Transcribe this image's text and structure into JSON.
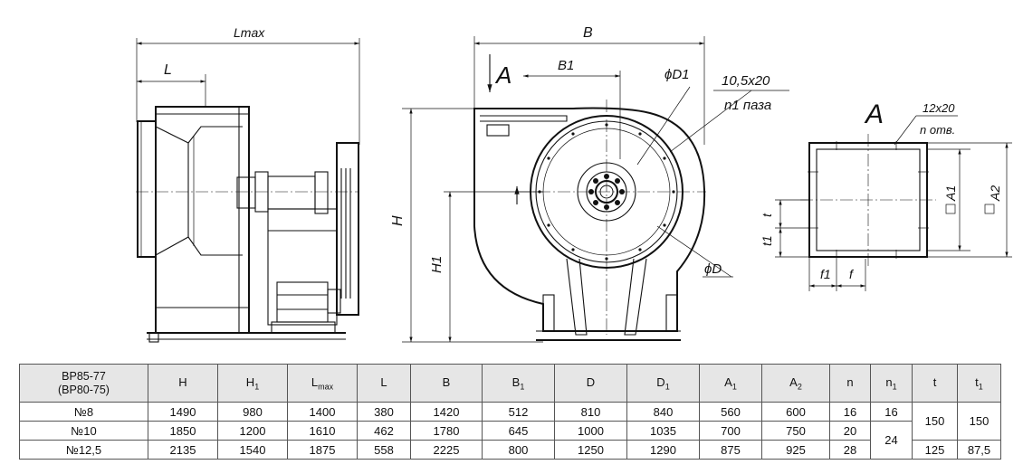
{
  "drawing": {
    "side_view": {
      "lmax": "Lmax",
      "l": "L"
    },
    "front_view": {
      "b": "B",
      "b1": "B1",
      "view_a": "A",
      "h": "H",
      "h1": "H1",
      "d1": "ϕD1",
      "d": "ϕD",
      "slot": "10,5x20",
      "slot_count": "n1 паза"
    },
    "flange_view": {
      "title": "A",
      "holes": "12x20",
      "hole_count": "n отв.",
      "a1": "A1",
      "a2": "A2",
      "t": "t",
      "t1": "t1",
      "f": "f",
      "f1": "f1"
    }
  },
  "table": {
    "model_header": [
      "ВР85-77",
      "(ВР80-75)"
    ],
    "columns": [
      {
        "main": "H",
        "sub": ""
      },
      {
        "main": "H",
        "sub": "1"
      },
      {
        "main": "L",
        "sub": "max"
      },
      {
        "main": "L",
        "sub": ""
      },
      {
        "main": "B",
        "sub": ""
      },
      {
        "main": "B",
        "sub": "1"
      },
      {
        "main": "D",
        "sub": ""
      },
      {
        "main": "D",
        "sub": "1"
      },
      {
        "main": "A",
        "sub": "1"
      },
      {
        "main": "A",
        "sub": "2"
      },
      {
        "main": "n",
        "sub": ""
      },
      {
        "main": "n",
        "sub": "1"
      },
      {
        "main": "t",
        "sub": ""
      },
      {
        "main": "t",
        "sub": "1"
      }
    ],
    "rows": [
      {
        "model": "№8",
        "h": "1490",
        "h1": "980",
        "lmax": "1400",
        "l": "380",
        "b": "1420",
        "b1": "512",
        "d": "810",
        "d1": "840",
        "a1": "560",
        "a2": "600",
        "n": "16"
      },
      {
        "model": "№10",
        "h": "1850",
        "h1": "1200",
        "lmax": "1610",
        "l": "462",
        "b": "1780",
        "b1": "645",
        "d": "1000",
        "d1": "1035",
        "a1": "700",
        "a2": "750",
        "n": "20"
      },
      {
        "model": "№12,5",
        "h": "2135",
        "h1": "1540",
        "lmax": "1875",
        "l": "558",
        "b": "2225",
        "b1": "800",
        "d": "1250",
        "d1": "1290",
        "a1": "875",
        "a2": "925",
        "n": "28"
      }
    ],
    "merged": {
      "n1_row1": "16",
      "n1_rows23": "24",
      "t_rows12": "150",
      "t1_rows12": "150",
      "t_row3": "125",
      "t1_row3": "87,5"
    }
  }
}
